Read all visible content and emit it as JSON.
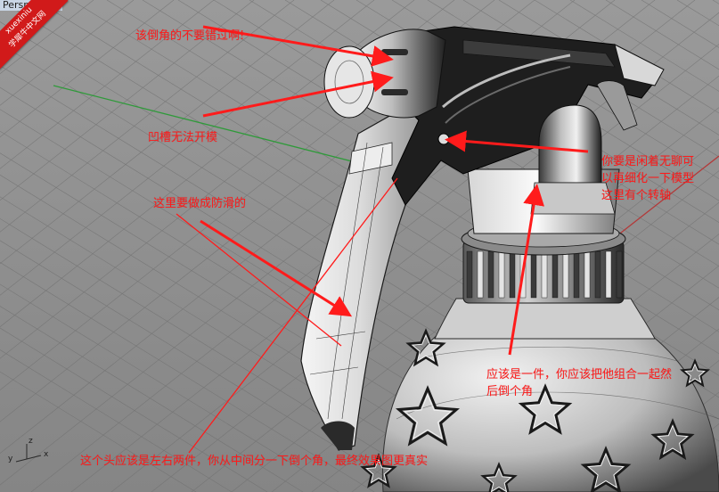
{
  "viewport": {
    "label": "Perspective"
  },
  "badge": {
    "line1": "xuexiniu",
    "line2": "学犀牛中文网"
  },
  "annotations": {
    "fillet_warning": "该倒角的不要错过啊!",
    "groove_undercut": "凹槽无法开模",
    "anti_slip_grip": "这里要做成防滑的",
    "pivot_note_1": "你要是闲着无聊可",
    "pivot_note_2": "以再细化一下模型",
    "pivot_note_3": "这里有个转轴",
    "one_piece_1": "应该是一件，你应该把他组合一起然",
    "one_piece_2": "后倒个角",
    "nozzle_split": "这个头应该是左右两件，你从中间分一下倒个角，最终效果图更真实"
  },
  "axes": {
    "x": "x",
    "y": "y",
    "z": "z"
  },
  "colors": {
    "annotation": "#ff1b1b",
    "background": "#8d8d8d",
    "grid_line": "#6f6f6f",
    "x_axis": "#b23a3a",
    "y_axis": "#2f9a3a",
    "model_light": "#e6e6e6",
    "model_dark": "#1a1a1a",
    "badge": "#d11a1a"
  },
  "icons": [
    "axis-triad-icon",
    "star-pattern-icon",
    "arrow-icon"
  ]
}
